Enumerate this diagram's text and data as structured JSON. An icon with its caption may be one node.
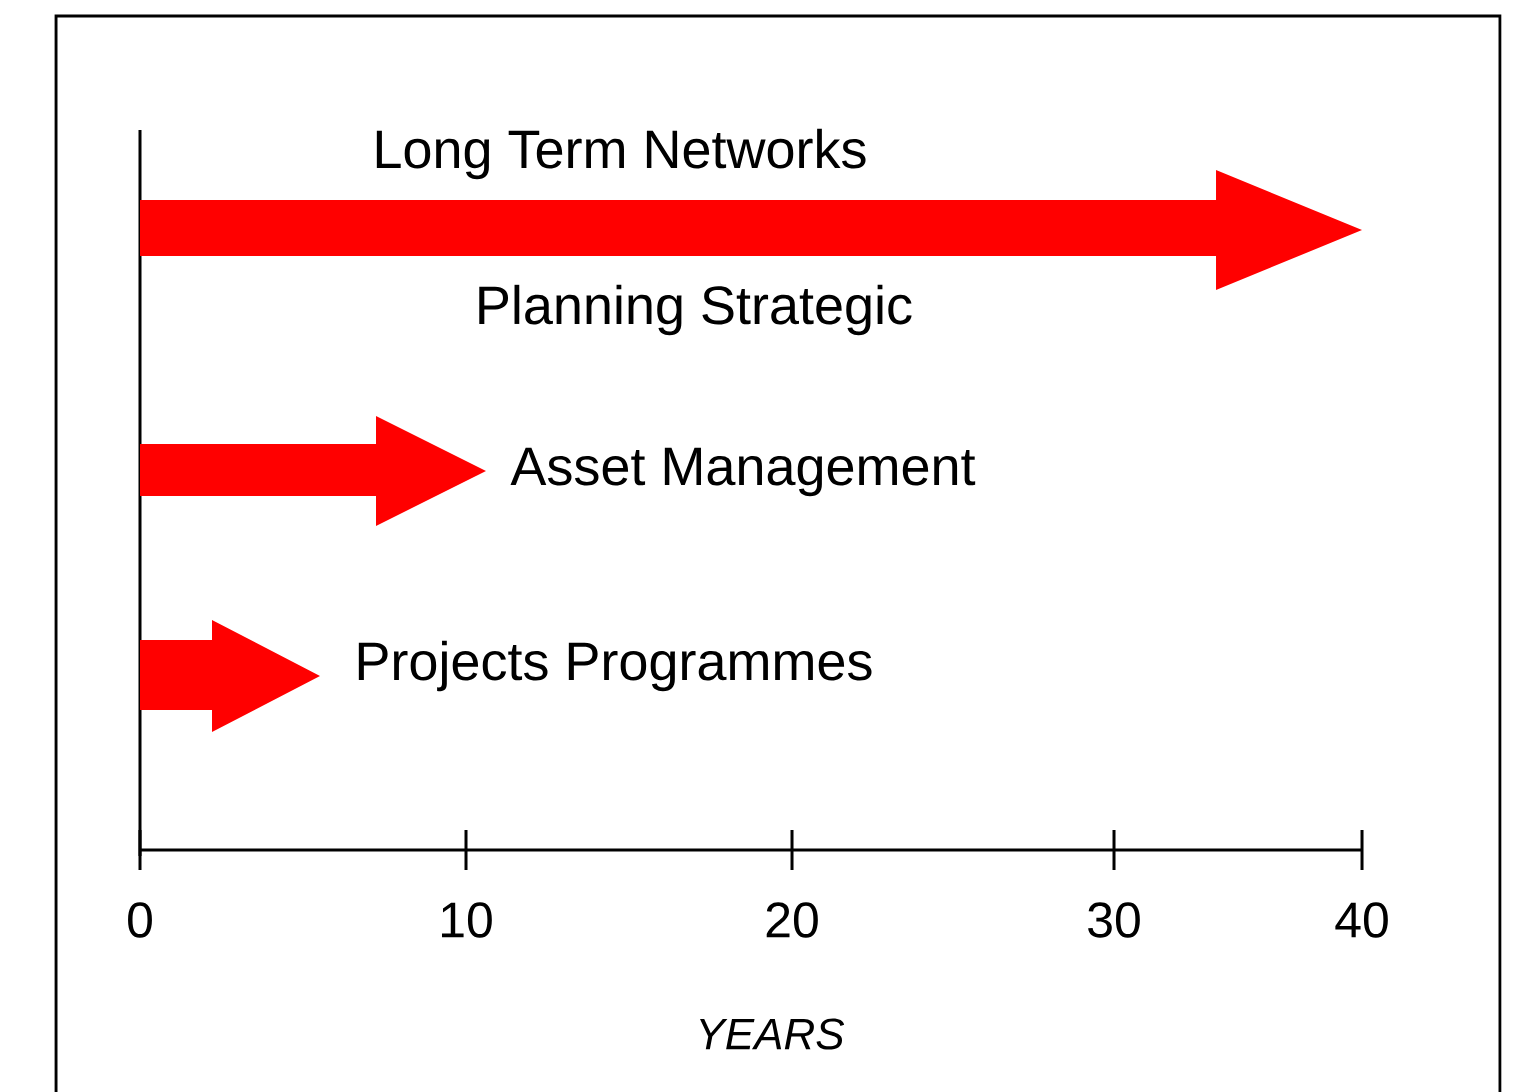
{
  "diagram": {
    "nodes": [
      {
        "text": [],
        "shape": "arrow",
        "beside": [
          "Long Term Networks",
          "Planning Strategic"
        ]
      },
      {
        "text": [],
        "shape": "arrow",
        "beside": [
          "Asset Management"
        ]
      },
      {
        "text": [],
        "shape": "arrow",
        "beside": [
          "Projects Programmes"
        ]
      }
    ],
    "labels": [
      "0",
      "10",
      "20",
      "30",
      "40",
      "YEARS"
    ]
  }
}
